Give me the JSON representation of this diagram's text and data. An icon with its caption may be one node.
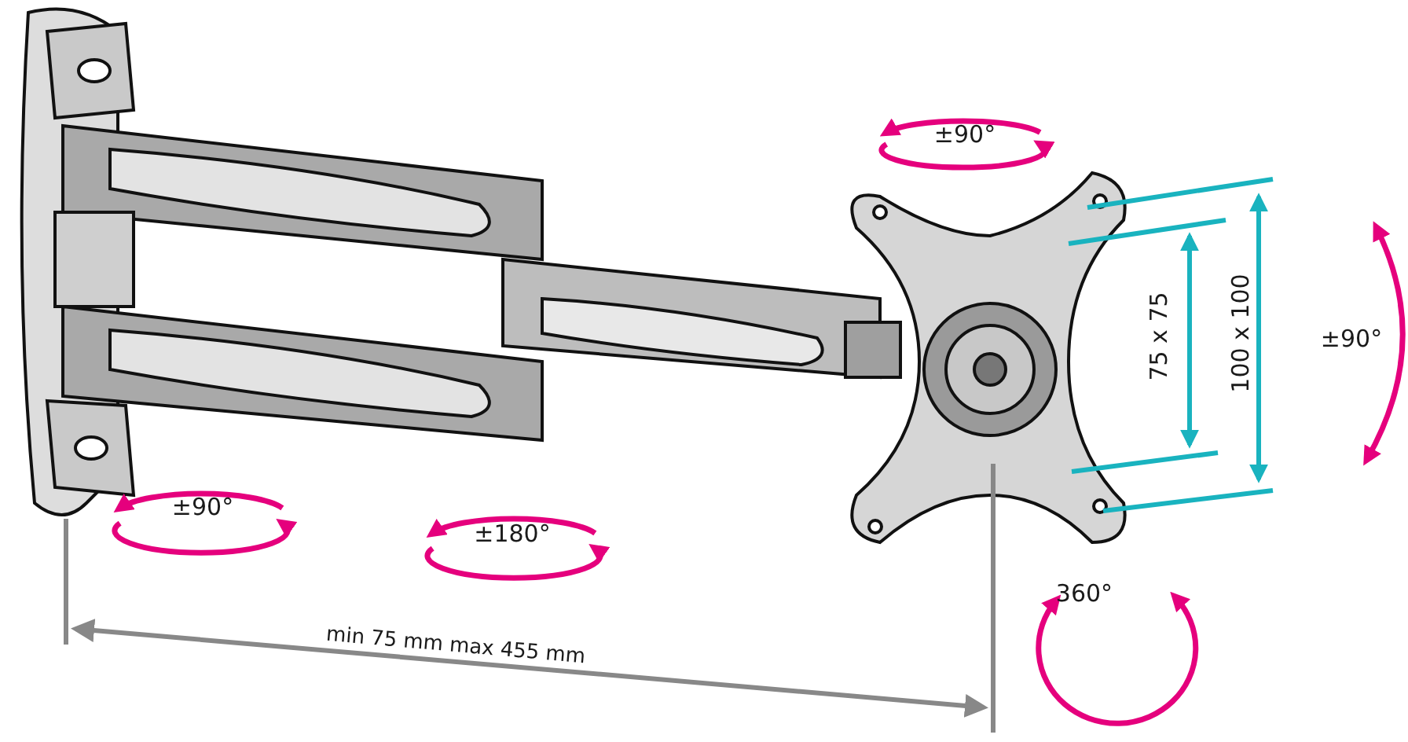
{
  "diagram": {
    "labels": [
      "±90°",
      "±90°",
      "75 x 75",
      "100 x 100",
      "±90°",
      "±180°",
      "360°",
      "min 75 mm max 455 mm"
    ]
  }
}
